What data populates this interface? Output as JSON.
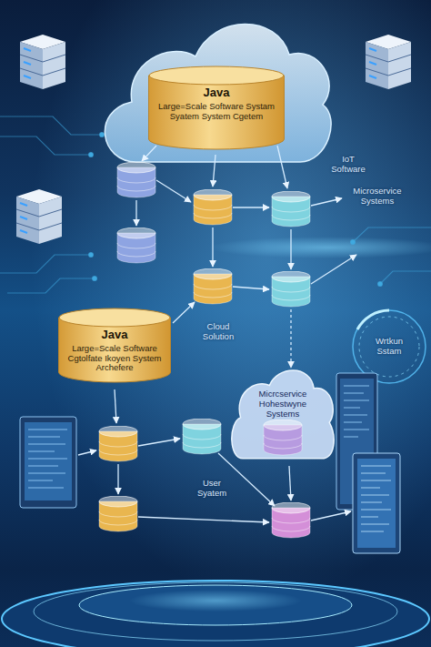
{
  "diagram": {
    "nodes": [
      {
        "text": [
          "Java",
          "Large=Scale Software Systam Syatem System Cgetem"
        ]
      },
      {
        "text": [
          "Java",
          "Large=Scale Software Cgtolfate Ikoyen System Archefere"
        ]
      },
      {
        "text": [
          "Micrcservice Hohestwyne Systems"
        ]
      }
    ],
    "labels": [
      "IoT Software",
      "Microservice Systems",
      "Cloud Solution",
      "Wrtkun Sstam",
      "User Syatem"
    ]
  }
}
